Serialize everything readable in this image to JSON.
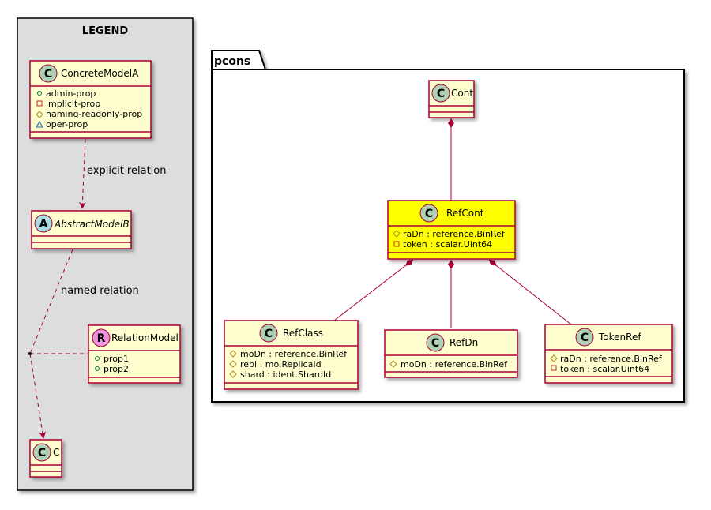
{
  "legend": {
    "title": "LEGEND",
    "concrete_class": {
      "name": "ConcreteModelA",
      "stereotype_letter": "C",
      "attributes": [
        {
          "visibility": "public",
          "text": "admin-prop"
        },
        {
          "visibility": "private",
          "text": "implicit-prop"
        },
        {
          "visibility": "protected",
          "text": "naming-readonly-prop"
        },
        {
          "visibility": "package",
          "text": "oper-prop"
        }
      ]
    },
    "abstract_class": {
      "name": "AbstractModelB",
      "stereotype_letter": "A"
    },
    "relation_class": {
      "name": "RelationModel",
      "stereotype_letter": "R",
      "attributes": [
        {
          "visibility": "public",
          "text": "prop1"
        },
        {
          "visibility": "public",
          "text": "prop2"
        }
      ]
    },
    "target_class": {
      "name": "C",
      "stereotype_letter": "C"
    },
    "explicit_relation_label": "explicit relation",
    "named_relation_label": "named relation"
  },
  "package": {
    "name": "pcons",
    "cont": {
      "name": "Cont",
      "stereotype_letter": "C"
    },
    "refcont": {
      "name": "RefCont",
      "stereotype_letter": "C",
      "highlight_color": "#FFFF00",
      "attributes": [
        {
          "visibility": "protected",
          "text": "raDn : reference.BinRef"
        },
        {
          "visibility": "private",
          "text": "token : scalar.Uint64"
        }
      ]
    },
    "refclass": {
      "name": "RefClass",
      "stereotype_letter": "C",
      "attributes": [
        {
          "visibility": "protected",
          "text": "moDn : reference.BinRef"
        },
        {
          "visibility": "protected",
          "text": "repl : mo.ReplicaId"
        },
        {
          "visibility": "protected",
          "text": "shard : ident.ShardId"
        }
      ]
    },
    "refdn": {
      "name": "RefDn",
      "stereotype_letter": "C",
      "attributes": [
        {
          "visibility": "protected",
          "text": "moDn : reference.BinRef"
        }
      ]
    },
    "tokenref": {
      "name": "TokenRef",
      "stereotype_letter": "C",
      "attributes": [
        {
          "visibility": "protected",
          "text": "raDn : reference.BinRef"
        },
        {
          "visibility": "private",
          "text": "token : scalar.Uint64"
        }
      ]
    }
  },
  "colors": {
    "class_fill": "#FEFECE",
    "class_border": "#A80036",
    "class_circle": "#ADD1B2",
    "abstract_circle": "#A9DCDF",
    "relation_circle": "#EB93DF",
    "legend_fill": "#DDDDDD",
    "line": "#A80036"
  }
}
